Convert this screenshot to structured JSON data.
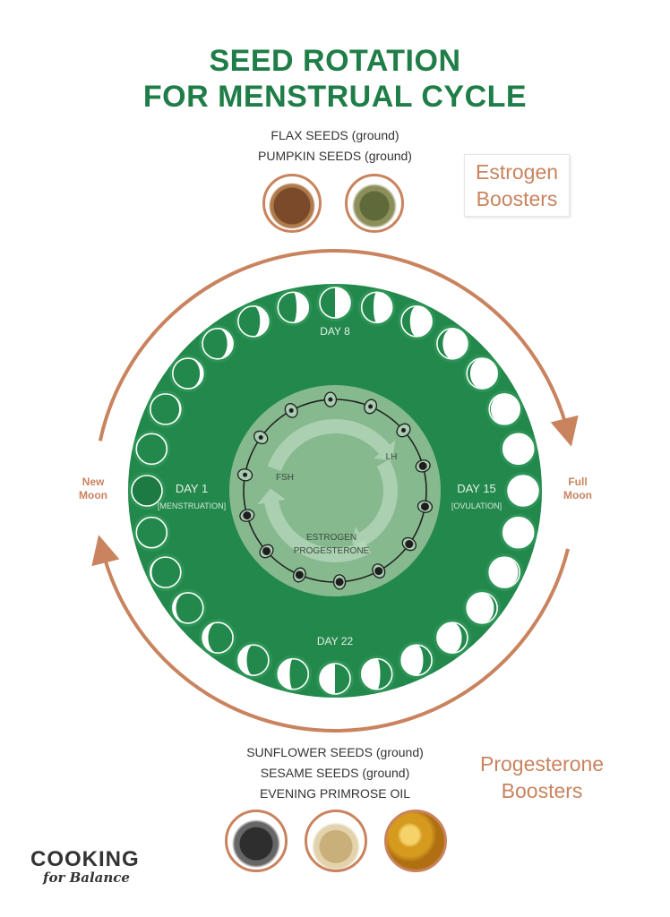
{
  "title": {
    "line1": "SEED ROTATION",
    "line2": "FOR MENSTRUAL CYCLE"
  },
  "estrogen": {
    "seeds": [
      "FLAX  SEEDS (ground)",
      "PUMPKIN SEEDS (ground)"
    ],
    "label_line1": "Estrogen",
    "label_line2": "Boosters"
  },
  "progesterone": {
    "seeds": [
      "SUNFLOWER SEEDS (ground)",
      "SESAME SEEDS (ground)",
      "EVENING PRIMROSE OIL"
    ],
    "label_line1": "Progesterone",
    "label_line2": "Boosters"
  },
  "cycle": {
    "day8": "DAY 8",
    "day1": "DAY 1",
    "day1_sub": "[MENSTRUATION]",
    "day15": "DAY 15",
    "day15_sub": "[OVULATION]",
    "day22": "DAY 22",
    "new_moon": [
      "New",
      "Moon"
    ],
    "full_moon": [
      "Full",
      "Moon"
    ],
    "fsh": "FSH",
    "lh": "LH",
    "estrogen": "ESTROGEN",
    "progesterone": "PROGESTERONE",
    "moon_count": 28
  },
  "logo": {
    "line1": "COOKING",
    "line2": "for Balance"
  },
  "colors": {
    "green": "#23884c",
    "title_green": "#1f7d47",
    "orange": "#c9835e",
    "light_green": "#86b98e"
  }
}
